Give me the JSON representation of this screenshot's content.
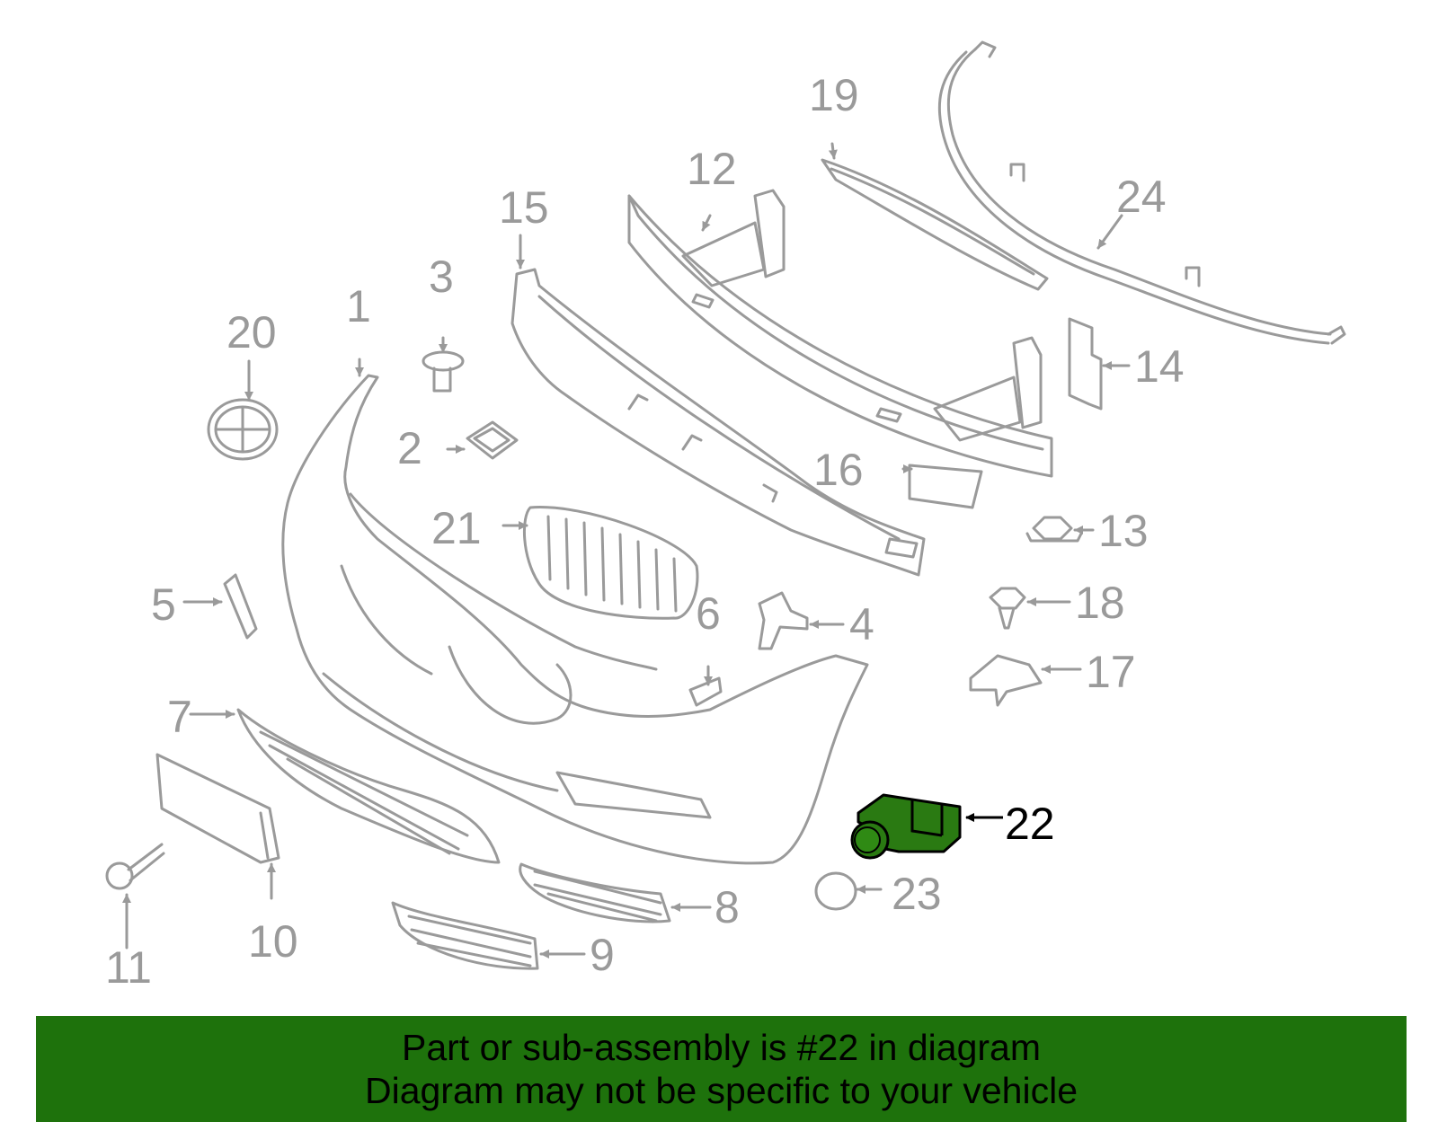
{
  "callouts": [
    {
      "id": "1",
      "label": "1"
    },
    {
      "id": "2",
      "label": "2"
    },
    {
      "id": "3",
      "label": "3"
    },
    {
      "id": "4",
      "label": "4"
    },
    {
      "id": "5",
      "label": "5"
    },
    {
      "id": "6",
      "label": "6"
    },
    {
      "id": "7",
      "label": "7"
    },
    {
      "id": "8",
      "label": "8"
    },
    {
      "id": "9",
      "label": "9"
    },
    {
      "id": "10",
      "label": "10"
    },
    {
      "id": "11",
      "label": "11"
    },
    {
      "id": "12",
      "label": "12"
    },
    {
      "id": "13",
      "label": "13"
    },
    {
      "id": "14",
      "label": "14"
    },
    {
      "id": "15",
      "label": "15"
    },
    {
      "id": "16",
      "label": "16"
    },
    {
      "id": "17",
      "label": "17"
    },
    {
      "id": "18",
      "label": "18"
    },
    {
      "id": "19",
      "label": "19"
    },
    {
      "id": "20",
      "label": "20"
    },
    {
      "id": "21",
      "label": "21"
    },
    {
      "id": "22",
      "label": "22",
      "highlighted": true
    },
    {
      "id": "23",
      "label": "23"
    },
    {
      "id": "24",
      "label": "24"
    }
  ],
  "banner": {
    "line1": "Part or sub-assembly is #22 in diagram",
    "line2": "Diagram may not be specific to your vehicle",
    "color": "#1e720c"
  },
  "colors": {
    "line": "#9a9a9a",
    "highlight_fill": "#2a7a12",
    "highlight_stroke": "#000000"
  }
}
